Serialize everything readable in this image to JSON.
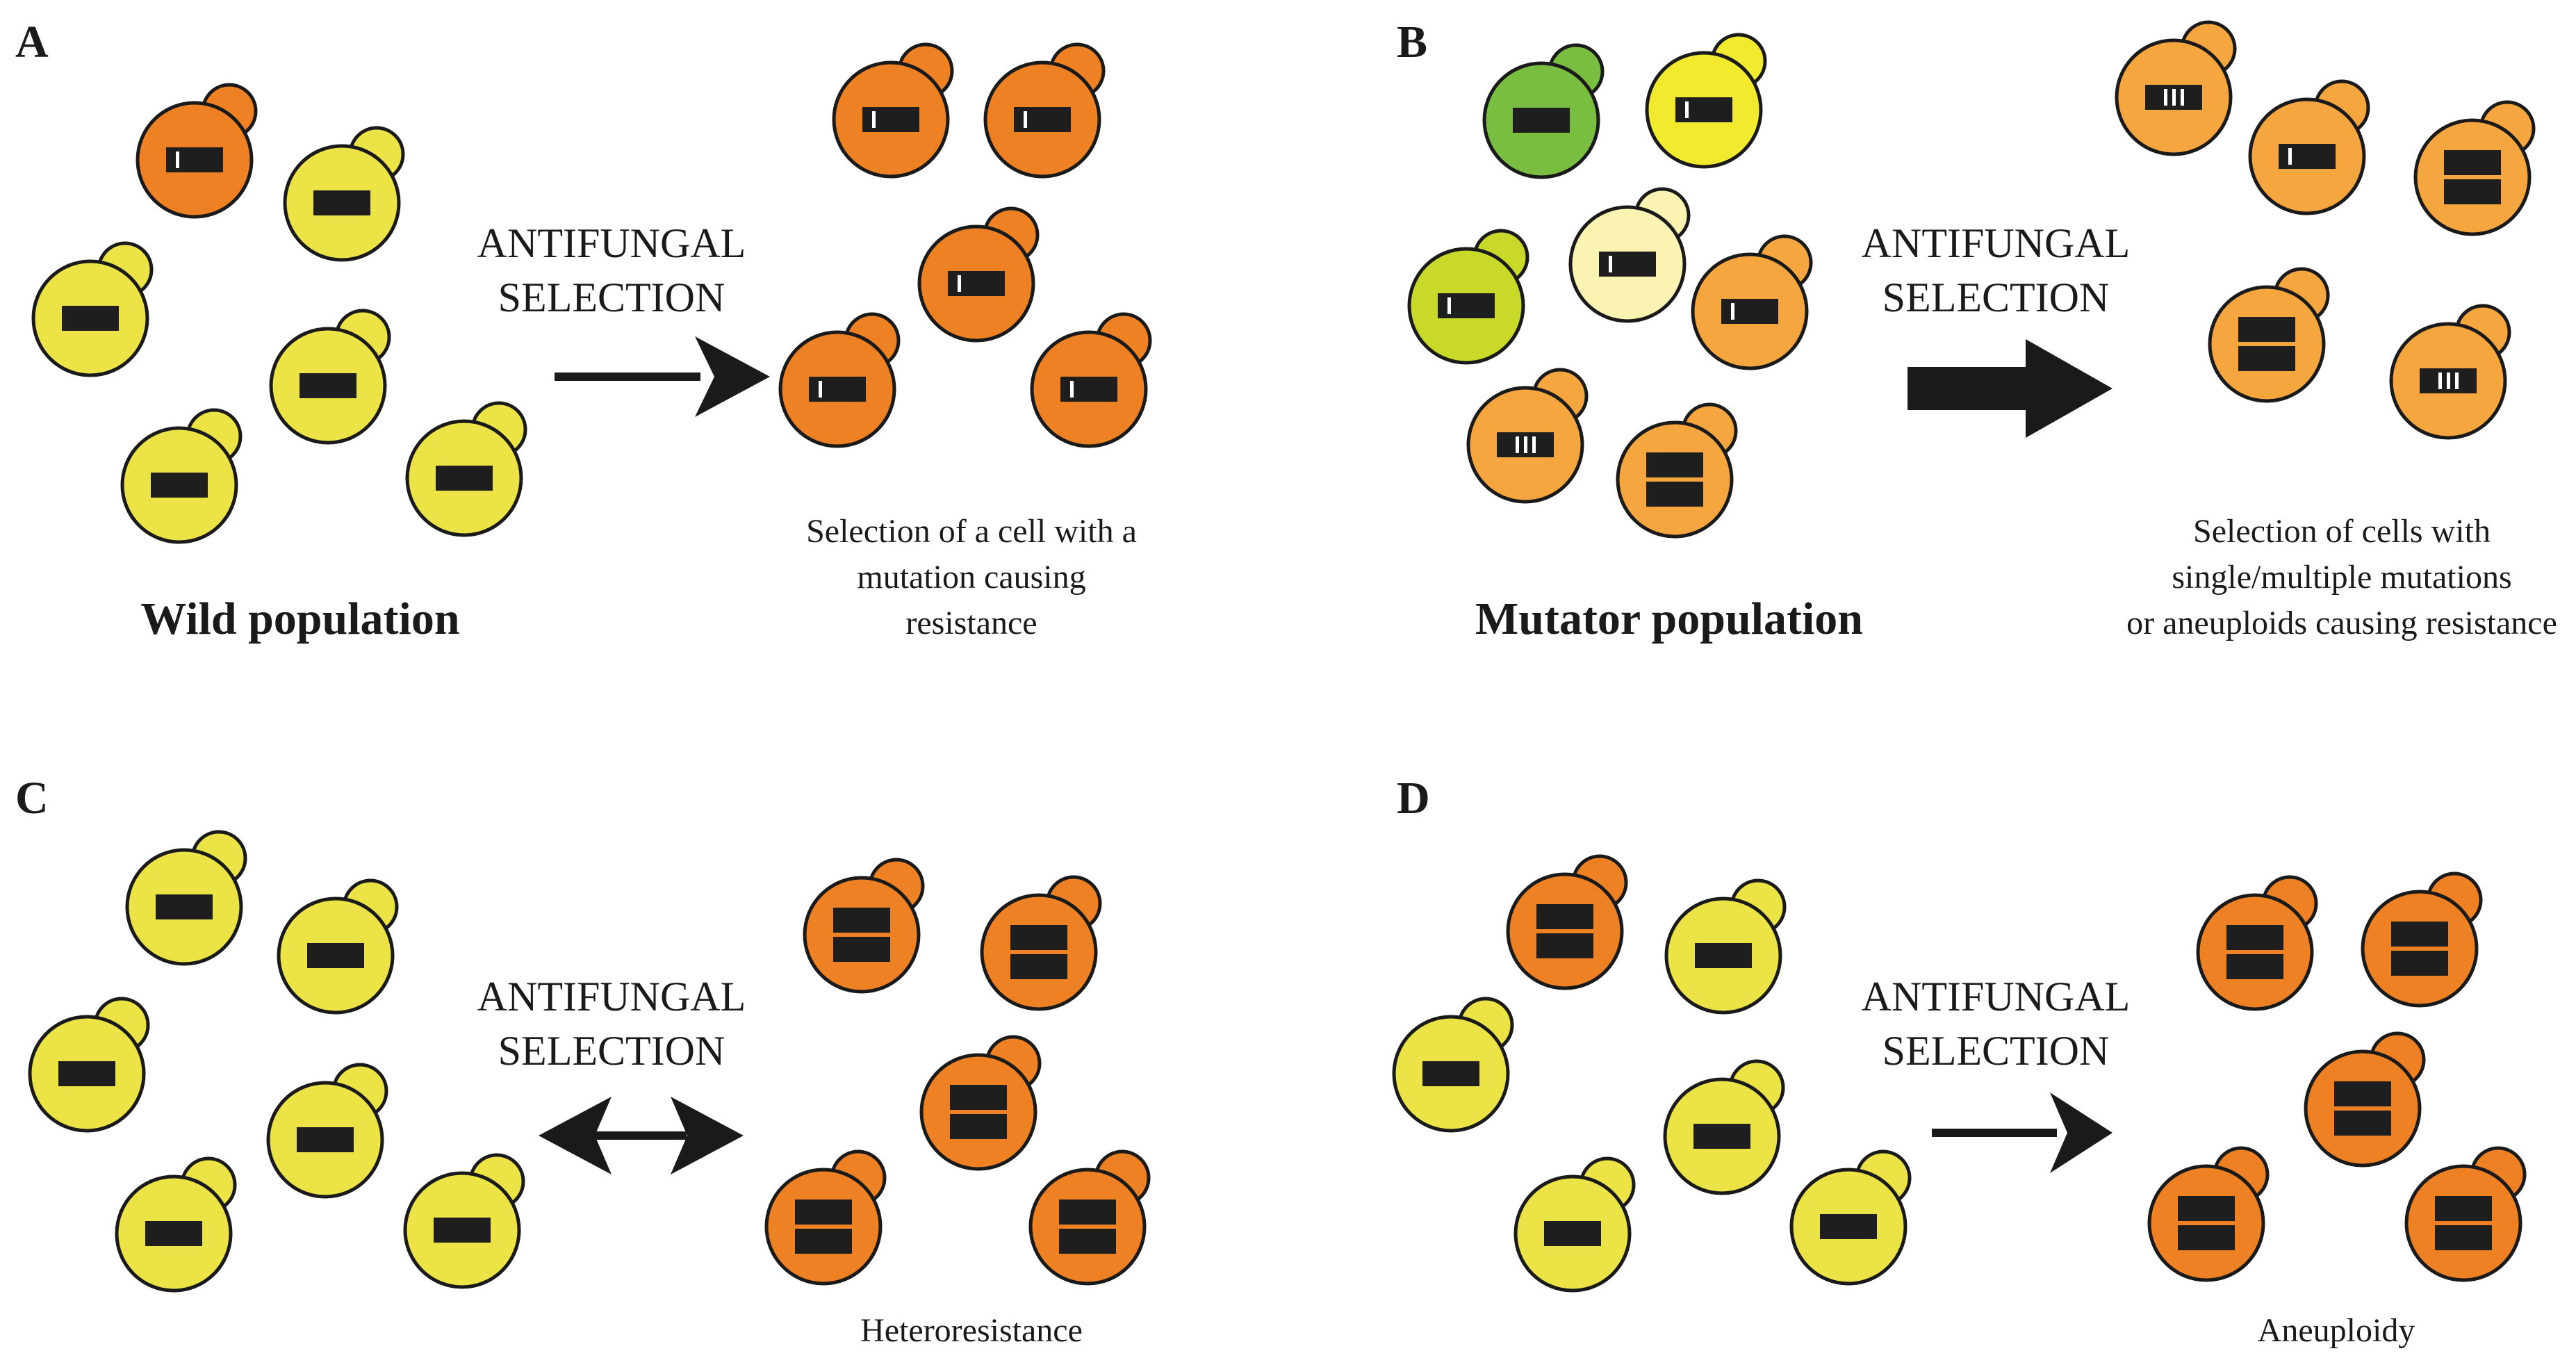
{
  "colors": {
    "yellow": "#ece447",
    "orange": "#ee8124",
    "light_orange": "#f6a63f",
    "green": "#79bd41",
    "lime": "#c8d92a",
    "bright_yellow": "#f1ea2e",
    "pale_yellow": "#faf3b2",
    "outline": "#1a1a1a",
    "chromosome": "#1e1e1e",
    "mutation_mark": "#ffffff"
  },
  "panels": [
    {
      "id": "A",
      "letter": "A",
      "arrow_label": [
        "ANTIFUNGAL",
        "SELECTION"
      ],
      "arrow_type": "single",
      "population_label": "Wild population",
      "result_caption": [
        "Selection of a cell with a",
        "mutation causing",
        "resistance"
      ]
    },
    {
      "id": "B",
      "letter": "B",
      "arrow_label": [
        "ANTIFUNGAL",
        "SELECTION"
      ],
      "arrow_type": "thick",
      "population_label": "Mutator population",
      "result_caption": [
        "Selection of cells with",
        "single/multiple mutations",
        "or aneuploids causing resistance"
      ]
    },
    {
      "id": "C",
      "letter": "C",
      "arrow_label": [
        "ANTIFUNGAL",
        "SELECTION"
      ],
      "arrow_type": "double",
      "population_label": "",
      "result_caption": [
        "Heteroresistance"
      ]
    },
    {
      "id": "D",
      "letter": "D",
      "arrow_label": [
        "ANTIFUNGAL",
        "SELECTION"
      ],
      "arrow_type": "single",
      "population_label": "",
      "result_caption": [
        "Aneuploidy"
      ]
    }
  ]
}
